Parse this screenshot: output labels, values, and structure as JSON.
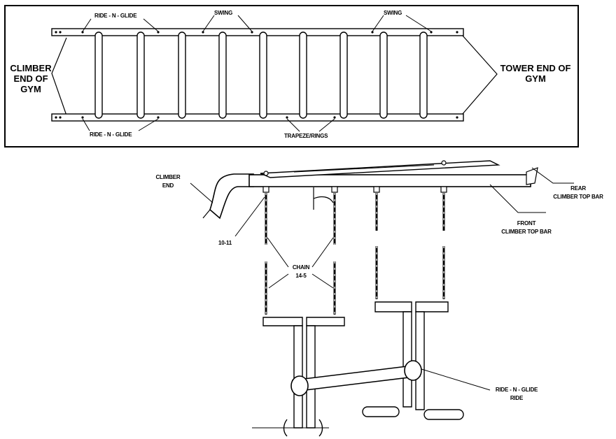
{
  "top_view": {
    "climber_end": [
      "CLIMBER",
      "END OF",
      "GYM"
    ],
    "tower_end": [
      "TOWER END OF",
      "GYM"
    ],
    "ride_n_glide_top": "RIDE - N - GLIDE",
    "ride_n_glide_bottom": "RIDE - N - GLIDE",
    "swing_1": "SWING",
    "swing_2": "SWING",
    "trapeze_rings": "TRAPEZE/RINGS"
  },
  "side_view": {
    "climber_end": [
      "CLIMBER",
      "END"
    ],
    "rear_top_bar": [
      "REAR",
      "CLIMBER TOP BAR"
    ],
    "front_top_bar": [
      "FRONT",
      "CLIMBER TOP BAR"
    ],
    "part_10_11": "10-11",
    "chain": [
      "CHAIN",
      "14-5"
    ],
    "ride_n_glide_ride": [
      "RIDE - N - GLIDE",
      "RIDE"
    ]
  }
}
